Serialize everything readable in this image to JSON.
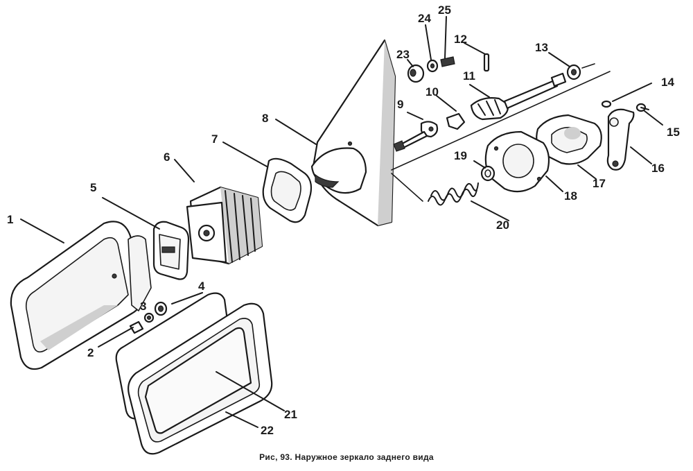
{
  "figure": {
    "caption": "Рис, 93. Наружное зеркало заднего вида",
    "part_labels": [
      "1",
      "2",
      "3",
      "4",
      "5",
      "6",
      "7",
      "8",
      "9",
      "10",
      "11",
      "12",
      "13",
      "14",
      "15",
      "16",
      "17",
      "18",
      "19",
      "20",
      "21",
      "22",
      "23",
      "24",
      "25"
    ]
  }
}
